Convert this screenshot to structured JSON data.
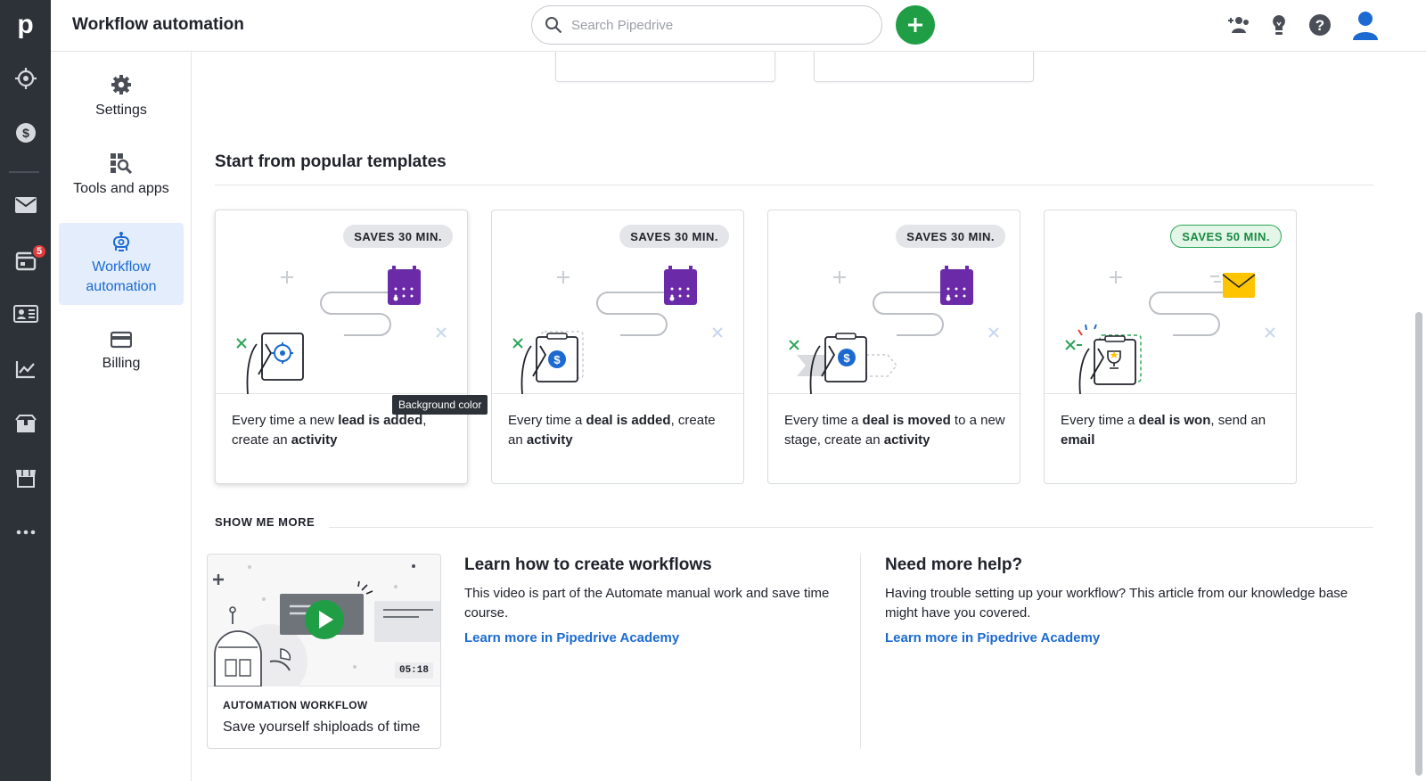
{
  "app": {
    "logo_letter": "p",
    "title": "Workflow automation"
  },
  "header": {
    "search_placeholder": "Search Pipedrive",
    "icons": [
      "add-icon",
      "invite-users-icon",
      "lightbulb-icon",
      "help-icon",
      "user-avatar-icon"
    ]
  },
  "rail": {
    "items": [
      "target-icon",
      "dollar-icon",
      "mail-icon",
      "calendar-icon",
      "contacts-icon",
      "insights-icon",
      "products-icon",
      "marketplace-icon",
      "more-icon"
    ],
    "calendar_badge": "5"
  },
  "subnav": {
    "items": [
      {
        "label": "Settings",
        "icon": "gear-icon"
      },
      {
        "label": "Tools and apps",
        "icon": "tools-icon"
      },
      {
        "label": "Workflow automation",
        "icon": "robot-icon",
        "active": true
      },
      {
        "label": "Billing",
        "icon": "credit-card-icon"
      }
    ]
  },
  "templates": {
    "section_title": "Start from popular templates",
    "cards": [
      {
        "badge": "SAVES 30 MIN.",
        "d1": "Every time a new ",
        "d2": "lead is added",
        "d3": ", create an ",
        "d4": "activity"
      },
      {
        "badge": "SAVES 30 MIN.",
        "d1": "Every time a ",
        "d2": "deal is added",
        "d3": ", create an ",
        "d4": "activity"
      },
      {
        "badge": "SAVES 30 MIN.",
        "d1": "Every time a ",
        "d2": "deal is moved",
        "d3": " to a new stage, create an ",
        "d4": "activity"
      },
      {
        "badge": "SAVES 50 MIN.",
        "d1": "Every time a ",
        "d2": "deal is won",
        "d3": ", send an ",
        "d4": "email"
      }
    ],
    "tooltip": "Background color"
  },
  "show_more": {
    "label": "SHOW ME MORE",
    "video": {
      "duration": "05:18",
      "category": "AUTOMATION WORKFLOW",
      "title": "Save yourself shiploads of time"
    },
    "learn": {
      "title": "Learn how to create workflows",
      "text": "This video is part of the Automate manual work and save time course.",
      "link": "Learn more in Pipedrive Academy"
    },
    "help": {
      "title": "Need more help?",
      "text": "Having trouble setting up your workflow? This article from our knowledge base might have you covered.",
      "link": "Learn more in Pipedrive Academy"
    }
  },
  "colors": {
    "rail": "#2d3238",
    "accent": "#1c6ad1",
    "green": "#1f9e46",
    "purple": "#6b2aa8"
  }
}
